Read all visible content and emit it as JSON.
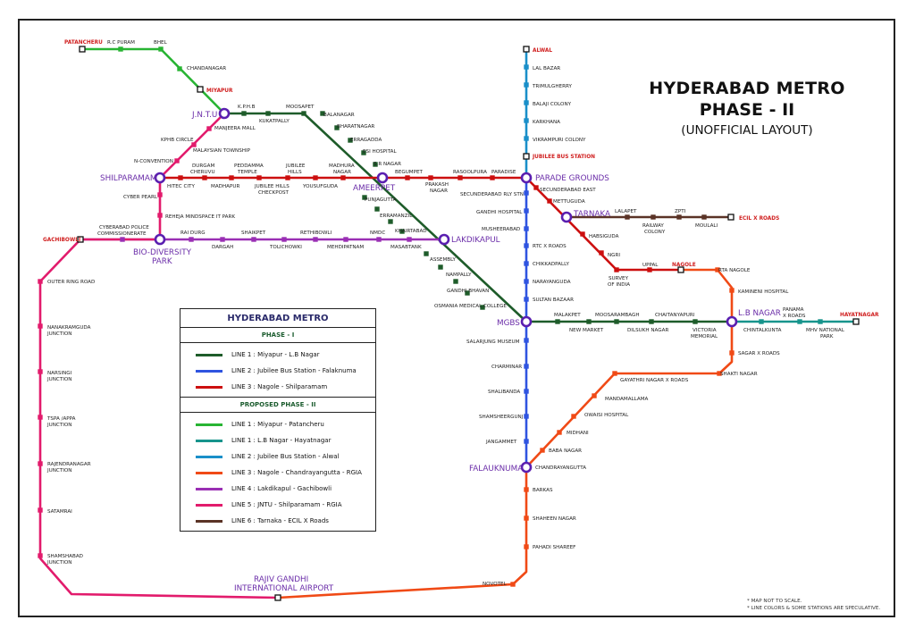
{
  "title": {
    "line1": "HYDERABAD METRO",
    "line2": "PHASE - II",
    "line3": "(UNOFFICIAL LAYOUT)"
  },
  "legend": {
    "heading": "HYDERABAD METRO",
    "phase1": "PHASE - I",
    "phase1_rows": [
      {
        "label": "LINE 1  :  Miyapur - L.B Nagar",
        "color": "#1e5c2a"
      },
      {
        "label": "LINE 2  :  Jubilee Bus Station - Falaknuma",
        "color": "#2f54e0"
      },
      {
        "label": "LINE 3  :  Nagole - Shilparamam",
        "color": "#cc0f0f"
      }
    ],
    "phase2": "PROPOSED PHASE - II",
    "phase2_rows": [
      {
        "label": "LINE 1  :  Miyapur - Patancheru",
        "color": "#28b433"
      },
      {
        "label": "LINE 1  :  L.B Nagar - Hayatnagar",
        "color": "#17948c"
      },
      {
        "label": "LINE 2  :  Jubilee Bus Station - Alwal",
        "color": "#1a8fc9"
      },
      {
        "label": "LINE 3  :  Nagole - Chandrayangutta - RGIA",
        "color": "#f04a16"
      },
      {
        "label": "LINE 4  :  Lakdikapul - Gachibowli",
        "color": "#9a2fb4"
      },
      {
        "label": "LINE 5  :  JNTU - Shilparamam - RGIA",
        "color": "#e21b6c"
      },
      {
        "label": "LINE 6  :  Tarnaka - ECIL X Roads",
        "color": "#5a3326"
      }
    ]
  },
  "notes": {
    "n1": "* MAP NOT TO SCALE.",
    "n2": "* LINE COLORS & SOME STATIONS ARE SPECULATIVE."
  },
  "colors": {
    "line1": "#1e5c2a",
    "line2": "#2f54e0",
    "line3": "#cc0f0f",
    "line1ext": "#28b433",
    "line1east": "#17948c",
    "line2ext": "#1a8fc9",
    "line3ext": "#f04a16",
    "line4": "#9a2fb4",
    "line5": "#e21b6c",
    "line6": "#5a3326",
    "interchange": "#6a2ca8",
    "terminal_text": "#d01f1f"
  },
  "interchanges": {
    "jntu": "J.N.T.U",
    "shilparamam": "SHILPARAMAM",
    "ameerpet": "AMEERPET",
    "parade": "PARADE GROUNDS",
    "tarnaka": "TARNAKA",
    "lakdikapul": "LAKDIKAPUL",
    "biodiv1": "BIO-DIVERSITY",
    "biodiv2": "PARK",
    "mgbs": "MGBS",
    "lbnagar": "L.B NAGAR",
    "falaknuma": "FALAUKNUMA",
    "rgia1": "RAJIV GANDHI",
    "rgia2": "INTERNATIONAL AIRPORT"
  },
  "terminals": {
    "patancheru": "PATANCHERU",
    "miyapur": "MIYAPUR",
    "alwal": "ALWAL",
    "jbs": "JUBILEE BUS STATION",
    "gachibowli": "GACHIBOWLI",
    "ecil": "ECIL X ROADS",
    "nagole": "NAGOLE",
    "hayatnagar": "HAYATNAGAR"
  },
  "stations": {
    "rcpuram": "R.C PURAM",
    "bhel": "BHEL",
    "chandanagar": "CHANDANAGAR",
    "kphb": "K.P.H.B",
    "moosapet": "MOOSAPET",
    "kukatpally": "KUKATPALLY",
    "balanagar": "BALANAGAR",
    "bharatnagar": "BHARATNAGAR",
    "erragadda": "ERRAGADDA",
    "esi": "ESI HOSPITAL",
    "srnagar": "S.R NAGAR",
    "punjagutta": "PUNJAGUTTA",
    "erramanzil": "ERRAMANZIL",
    "khairtabad": "KHAIRTABAD",
    "assembly": "ASSEMBLY",
    "nampally": "NAMPALLY",
    "gandhibhavan": "GANDHI BHAVAN",
    "osmania": "OSMANIA MEDICAL COLLEGE",
    "malakpet": "MALAKPET",
    "newmarket": "NEW MARKET",
    "moosarambagh": "MOOSARAMBAGH",
    "dilsukh": "DILSUKH NAGAR",
    "chaitanya": "CHAITANYAPURI",
    "victoria1": "VICTORIA",
    "victoria2": "MEMORIAL",
    "chintal": "CHINTALKUNTA",
    "panama1": "PANAMA",
    "panama2": "X ROADS",
    "mhv1": "MHV NATIONAL",
    "mhv2": "PARK",
    "manjeera": "MANJEERA MALL",
    "malaysian": "MALAYSIAN TOWNSHIP",
    "kphbcircle": "KPHB CIRCLE",
    "nconv": "N-CONVENTION",
    "cyberpearl": "CYBER PEARL",
    "raheja": "REHEJA MINDSPACE IT PARK",
    "hitec": "HITEC CITY",
    "durgam1": "DURGAM",
    "durgam2": "CHERUVU",
    "madhapur": "MADHAPUR",
    "peddamma1": "PEDDAMMA",
    "peddamma2": "TEMPLE",
    "jhc1": "JUBILEE HILLS",
    "jhc2": "CHECKPOST",
    "jbhills1": "JUBILEE",
    "jbhills2": "HILLS",
    "yousufguda": "YOUSUFGUDA",
    "madhura1": "MADHURA",
    "madhura2": "NAGAR",
    "begumpet": "BEGUMPET",
    "prakash1": "PRAKASH",
    "prakash2": "NAGAR",
    "rasoolpura": "RASOOLPURA",
    "paradise": "PARADISE",
    "secbadeast": "SECUNDERABAD EAST",
    "mettuguda": "METTUGUDA",
    "habsiguda": "HABSIGUDA",
    "ngri": "NGRI",
    "survey1": "SURVEY",
    "survey2": "OF INDIA",
    "uppal": "UPPAL",
    "rtanagole": "RTA NAGOLE",
    "kamineni": "KAMINENI HOSPITAL",
    "sagar": "SAGAR X ROADS",
    "shakti": "SHAKTI NAGAR",
    "gayathri": "GAYATHRI NAGAR X ROADS",
    "mandamallama": "MANDAMALLAMA",
    "owaisi": "OWAISI HOSPITAL",
    "midhani": "MIDHANI",
    "baba": "BABA NAGAR",
    "chandrayan": "CHANDRAYANGUTTA",
    "barkas": "BARKAS",
    "shaheen": "SHAHEEN NAGAR",
    "pahadi": "PAHADI SHAREEF",
    "novotel": "NOVOTEL",
    "lalbazar": "LAL BAZAR",
    "trimul": "TRIMULGHERRY",
    "balaji": "BALAJI COLONY",
    "karkhana": "KARKHANA",
    "vikrampuri": "VIKRAMPURI COLONY",
    "secrly": "SECUNDERABAD RLY STN",
    "gandhihosp": "GANDHI HOSPITAL",
    "musheer": "MUSHEERABAD",
    "rtc": "RTC X ROADS",
    "chikkad": "CHIKKADPALLY",
    "narayan": "NARAYANGUDA",
    "sultan": "SULTAN BAZAAR",
    "salarjung": "SALARJUNG MUSEUM",
    "charminar": "CHARMINAR",
    "shalibanda": "SHALIBANDA",
    "shamsheer": "SHAMSHEERGUNJ",
    "jangammet": "JANGAMMET",
    "lalapet": "LALAPET",
    "railway1": "RAILWAY",
    "railway2": "COLONY",
    "zpti": "ZPTI",
    "moulali": "MOULALI",
    "cybpol1": "CYBERABAD POLICE",
    "cybpol2": "COMMISSIONERATE",
    "raidurg": "RAI DURG",
    "dargah": "DARGAH",
    "shaikpet": "SHAIKPET",
    "tolichowki": "TOLICHOWKI",
    "rethibowli": "RETHIBOWLI",
    "mehdipatnam": "MEHDIPATNAM",
    "nmdc": "NMDC",
    "masabtank": "MASABTANK",
    "outerring": "OUTER RING ROAD",
    "nanak1": "NANAKRAMGUDA",
    "nanak2": "JUNCTION",
    "narsingi1": "NARSINGI",
    "narsingi2": "JUNCTION",
    "tspa1": "TSPA /APPA",
    "tspa2": "JUNCTION",
    "rajendra1": "RAJENDRANAGAR",
    "rajendra2": "JUNCTION",
    "satamrai": "SATAMRAI",
    "shamsh1": "SHAMSHABAD",
    "shamsh2": "JUNCTION"
  }
}
